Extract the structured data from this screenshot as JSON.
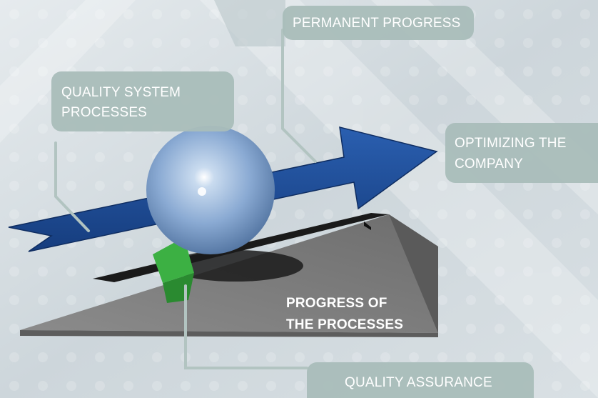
{
  "diagram": {
    "labels": {
      "permanent_progress": "PERMANENT PROGRESS",
      "quality_system_line1": "QUALITY SYSTEM",
      "quality_system_line2": "PROCESSES",
      "optimizing_line1": "OPTIMIZING THE",
      "optimizing_line2": "COMPANY",
      "progress_processes_line1": "PROGRESS OF",
      "progress_processes_line2": "THE PROCESSES",
      "quality_assurance": "QUALITY ASSURANCE"
    },
    "colors": {
      "background": "#cfd8dd",
      "label_box": "#a9bdb9",
      "arrow": "#1f4f9a",
      "sphere": "#8fb0d8",
      "ramp": "#7a7a7a",
      "wedge": "#3cb043"
    }
  }
}
